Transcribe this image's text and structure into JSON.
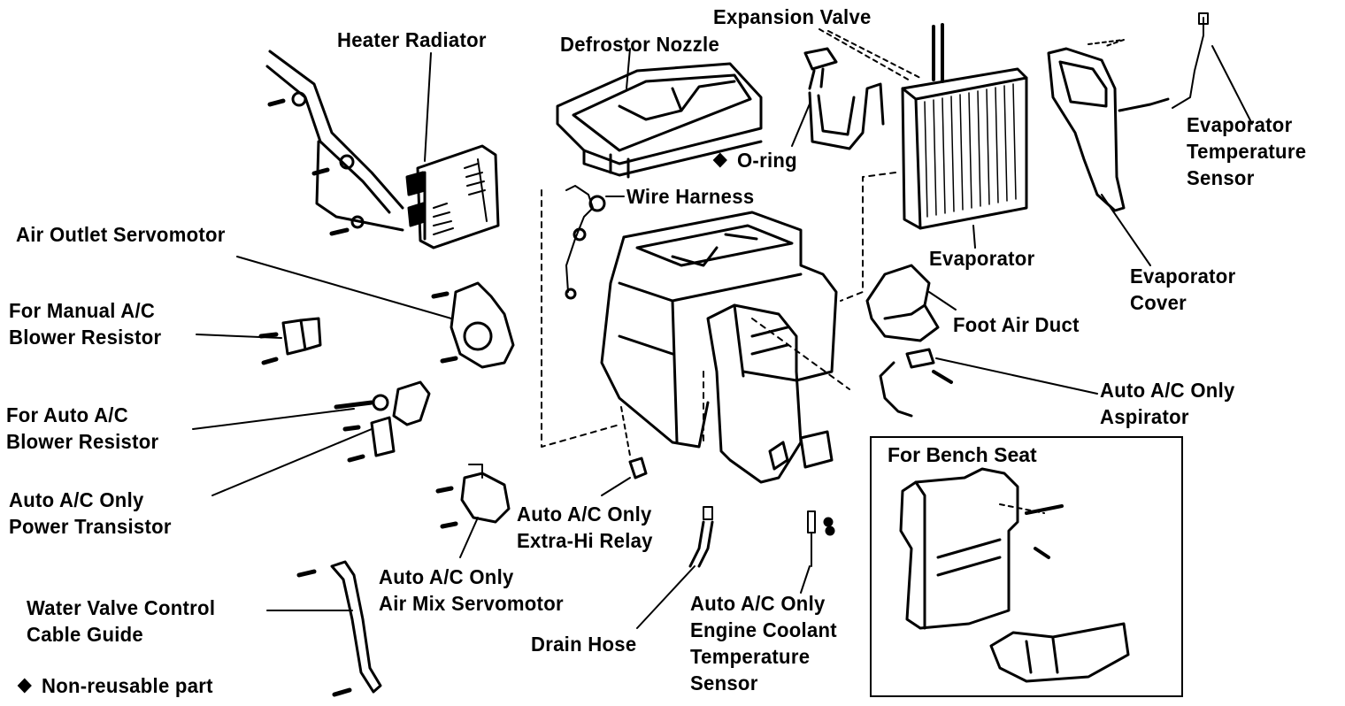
{
  "diagram": {
    "type": "exploded-parts-view",
    "subject": "Heater / A/C unit components",
    "labels": {
      "heater_radiator": "Heater Radiator",
      "defrostor_nozzle": "Defrostor Nozzle",
      "expansion_valve": "Expansion Valve",
      "o_ring": "O-ring",
      "evaporator_temperature_sensor": [
        "Evaporator",
        "Temperature",
        "Sensor"
      ],
      "wire_harness": "Wire Harness",
      "air_outlet_servomotor": "Air Outlet Servomotor",
      "evaporator": "Evaporator",
      "evaporator_cover": [
        "Evaporator",
        "Cover"
      ],
      "manual_blower_resistor": [
        "For Manual A/C",
        "Blower Resistor"
      ],
      "foot_air_duct": "Foot Air Duct",
      "aspirator": [
        "Auto A/C Only",
        "Aspirator"
      ],
      "auto_blower_resistor": [
        "For Auto A/C",
        "Blower Resistor"
      ],
      "power_transistor": [
        "Auto A/C Only",
        "Power Transistor"
      ],
      "extra_hi_relay": [
        "Auto A/C Only",
        "Extra-Hi Relay"
      ],
      "air_mix_servomotor": [
        "Auto A/C Only",
        "Air Mix Servomotor"
      ],
      "water_valve_cable_guide": [
        "Water Valve Control",
        "Cable Guide"
      ],
      "drain_hose": "Drain Hose",
      "engine_coolant_sensor": [
        "Auto A/C Only",
        "Engine Coolant",
        "Temperature",
        "Sensor"
      ],
      "bench_seat_title": "For Bench Seat"
    },
    "legend": {
      "symbol": "diamond",
      "text": "Non-reusable part"
    },
    "non_reusable_parts": [
      "O-ring"
    ]
  }
}
